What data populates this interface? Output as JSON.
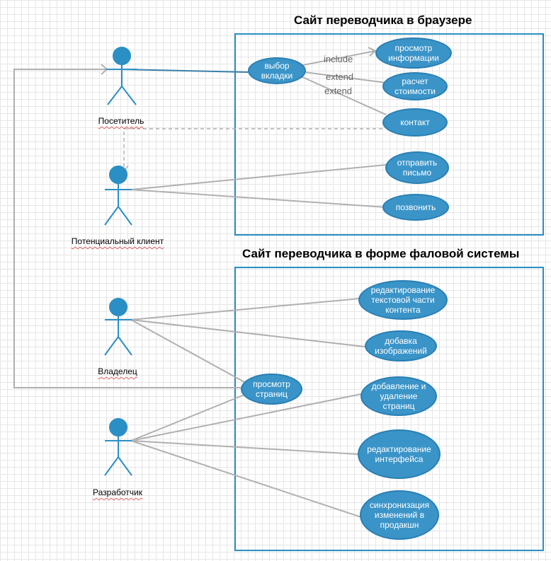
{
  "systems": {
    "browser": {
      "title": "Сайт переводчика в браузере"
    },
    "filesystem": {
      "title": "Сайт переводчика в форме фаловой системы"
    }
  },
  "actors": {
    "visitor": "Посетитель",
    "potential_client": "Потенциальный клиент",
    "owner": "Владелец",
    "developer": "Разработчик"
  },
  "use_cases": {
    "select_tab": "выбор\nвкладки",
    "view_info": "просмотр\nинформации",
    "price_calc": "расчет\nстоимости",
    "contact": "контакт",
    "send_letter": "отправить\nписьмо",
    "call": "позвонить",
    "edit_text": "редактирование\nтекстовой части\nконтента",
    "add_images": "добавка\nизображений",
    "add_remove_pages": "добавление и\nудаление\nстраниц",
    "edit_interface": "редактирование\nинтерфейса",
    "sync_changes": "синхронизация\nизменений в\nпродакшн",
    "view_pages": "просмотр\nстраниц"
  },
  "relations": {
    "include": "include",
    "extend1": "extend",
    "extend2": "extend"
  },
  "colors": {
    "use_case_fill": "#3a94c8",
    "use_case_border": "#2a7fb3",
    "actor": "#2a8fc4",
    "boundary": "#2a8fc4",
    "line": "#b0b0b0"
  }
}
